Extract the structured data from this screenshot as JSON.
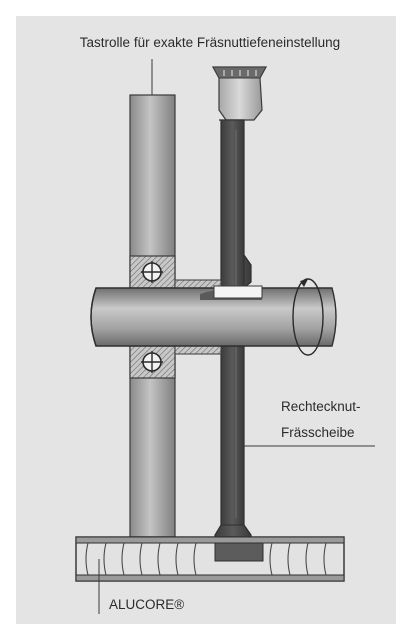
{
  "colors": {
    "background": "#e4e4e4",
    "frame": "#ffffff",
    "line": "#3a3a3a",
    "tool_dark": "#4a4a4a",
    "tool_light": "#bcbcbc"
  },
  "labels": {
    "top": "Tastrolle für exakte Fräsnuttiefeneinstellung",
    "right_line1": "Rechtecknut-",
    "right_line2": "Frässcheibe",
    "bottom": "ALUCORE®"
  }
}
